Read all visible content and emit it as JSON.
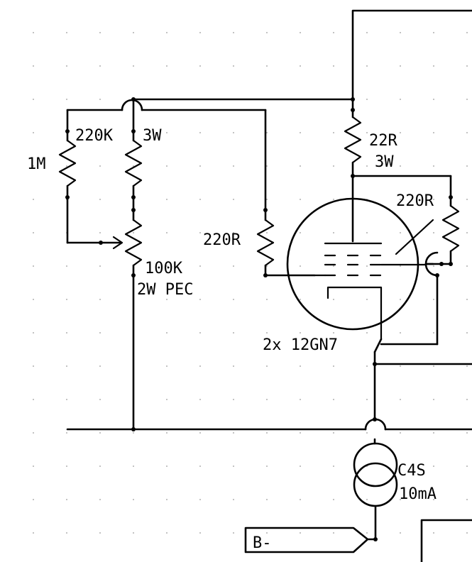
{
  "labels": {
    "r_1m": "1M",
    "r_220k": "220K",
    "r_220k_rating": "3W",
    "pot_value": "100K",
    "pot_rating": "2W PEC",
    "r_220r_grid": "220R",
    "r_22r": "22R",
    "r_22r_rating": "3W",
    "r_220r_right": "220R",
    "tube": "2x 12GN7",
    "ccs": "C4S",
    "ccs_current": "10mA",
    "port_bminus": "B-"
  }
}
